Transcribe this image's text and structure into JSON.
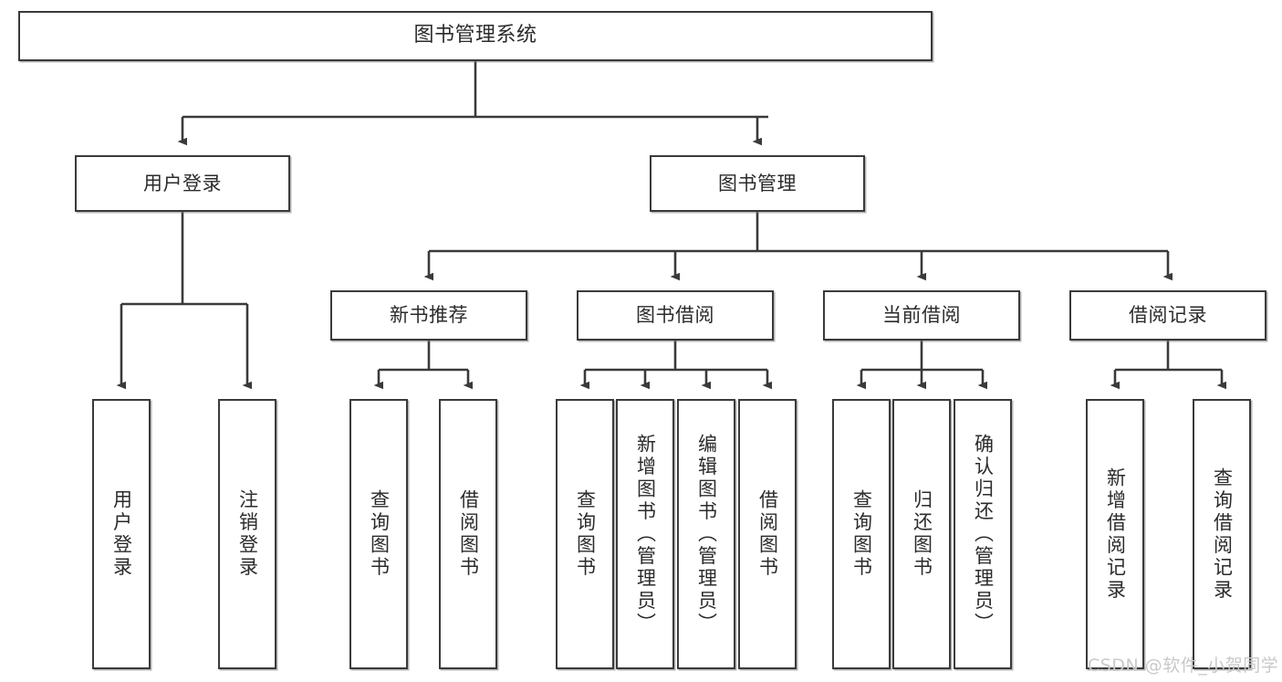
{
  "diagram": {
    "type": "tree",
    "title": "图书管理系统",
    "orientation": "top-down",
    "edge_color": "#3a3a3a",
    "box_fill": "#ffffff",
    "text_color": "#2b2b2b",
    "nodes": {
      "root": {
        "label": "图书管理系统"
      },
      "level2": [
        {
          "label": "用户登录"
        },
        {
          "label": "图书管理"
        }
      ],
      "level3": [
        {
          "label": "新书推荐"
        },
        {
          "label": "图书借阅"
        },
        {
          "label": "当前借阅"
        },
        {
          "label": "借阅记录"
        }
      ],
      "leaves": [
        {
          "label": "用户登录"
        },
        {
          "label": "注销登录"
        },
        {
          "label": "查询图书"
        },
        {
          "label": "借阅图书"
        },
        {
          "label": "查询图书"
        },
        {
          "label": "新增图书（管理员）"
        },
        {
          "label": "编辑图书（管理员）"
        },
        {
          "label": "借阅图书"
        },
        {
          "label": "查询图书"
        },
        {
          "label": "归还图书"
        },
        {
          "label": "确认归还（管理员）"
        },
        {
          "label": "新增借阅记录"
        },
        {
          "label": "查询借阅记录"
        }
      ]
    }
  },
  "watermark": {
    "text": "CSDN @软件_小贺同学",
    "color": "#c9c9c9"
  }
}
